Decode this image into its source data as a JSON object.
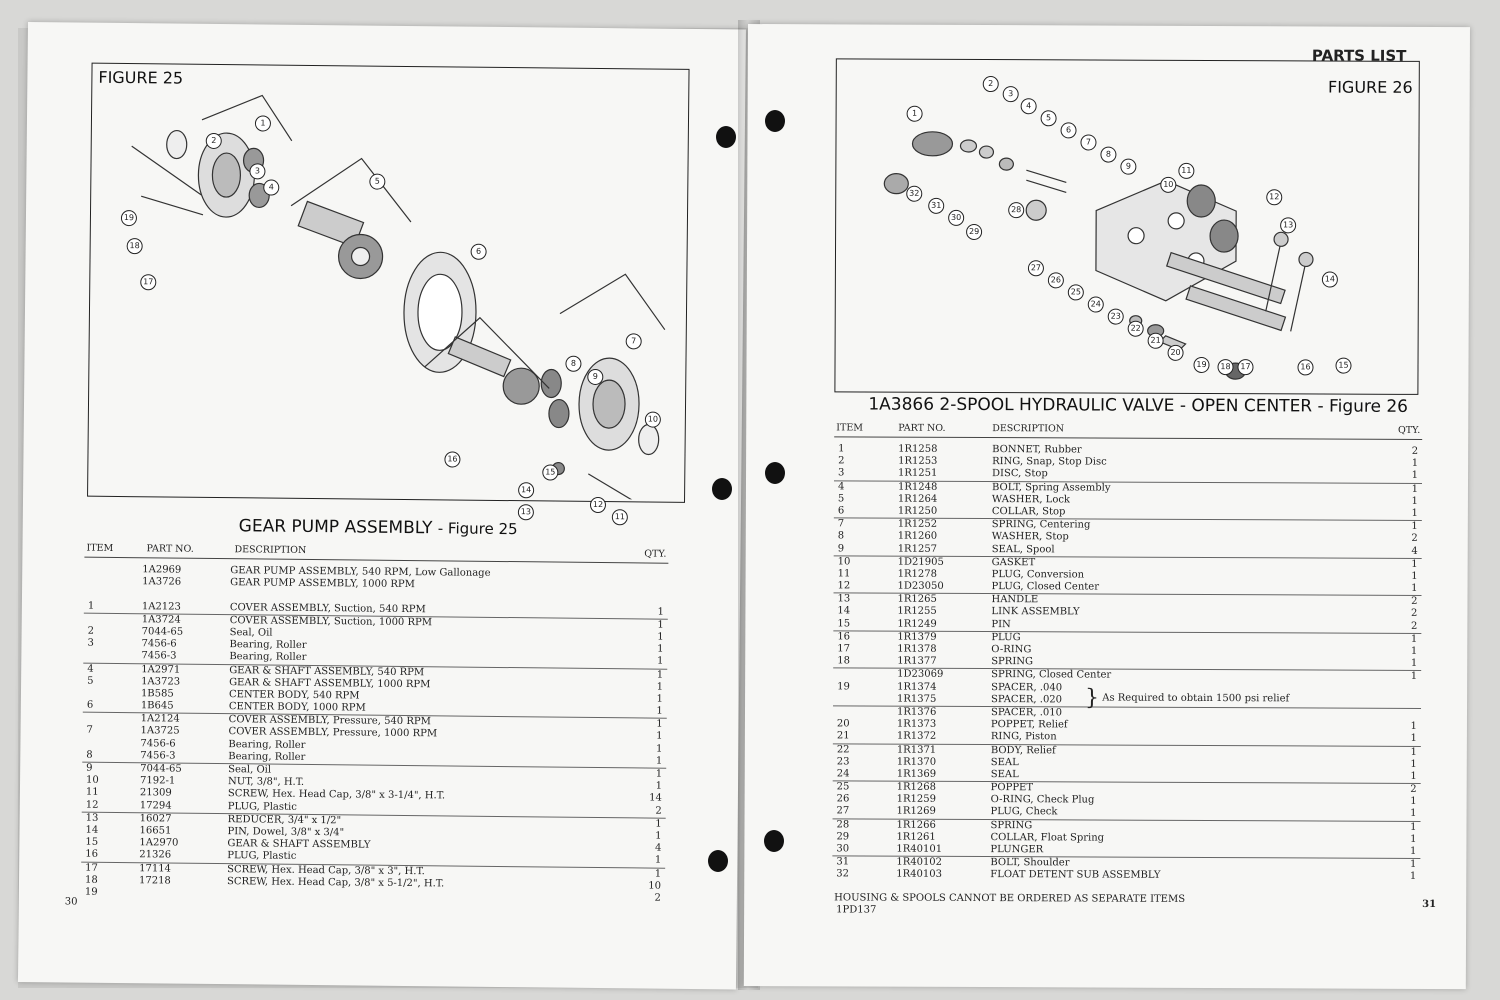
{
  "left": {
    "figure_label": "FIGURE 25",
    "heading_main": "GEAR PUMP ASSEMBLY",
    "heading_sub": "- Figure 25",
    "callouts": [
      "1",
      "2",
      "3",
      "4",
      "5",
      "6",
      "7",
      "8",
      "9",
      "10",
      "11",
      "12",
      "13",
      "14",
      "15",
      "16",
      "17",
      "18",
      "19"
    ],
    "columns": {
      "item": "ITEM",
      "part": "PART NO.",
      "desc": "DESCRIPTION",
      "qty": "QTY."
    },
    "rows": [
      {
        "item": "",
        "part": "1A2969",
        "desc": "GEAR PUMP ASSEMBLY, 540 RPM, Low Gallonage",
        "qty": ""
      },
      {
        "item": "",
        "part": "1A3726",
        "desc": "GEAR PUMP ASSEMBLY, 1000 RPM",
        "qty": ""
      },
      {
        "item": "",
        "part": "",
        "desc": "",
        "qty": ""
      },
      {
        "item": "1",
        "part": "1A2123",
        "desc": "COVER ASSEMBLY, Suction, 540 RPM",
        "qty": "1"
      },
      {
        "item": "",
        "part": "1A3724",
        "desc": "COVER ASSEMBLY, Suction, 1000 RPM",
        "qty": "1"
      },
      {
        "item": "2",
        "part": "7044-65",
        "desc": "Seal, Oil",
        "qty": "1"
      },
      {
        "item": "3",
        "part": "7456-6",
        "desc": "Bearing, Roller",
        "qty": "1"
      },
      {
        "item": "",
        "part": "7456-3",
        "desc": "Bearing, Roller",
        "qty": "1"
      },
      {
        "item": "4",
        "part": "1A2971",
        "desc": "GEAR & SHAFT ASSEMBLY, 540 RPM",
        "qty": "1"
      },
      {
        "item": "5",
        "part": "1A3723",
        "desc": "GEAR & SHAFT ASSEMBLY, 1000 RPM",
        "qty": "1"
      },
      {
        "item": "",
        "part": "1B585",
        "desc": "CENTER BODY, 540 RPM",
        "qty": "1"
      },
      {
        "item": "6",
        "part": "1B645",
        "desc": "CENTER BODY, 1000 RPM",
        "qty": "1"
      },
      {
        "item": "",
        "part": "1A2124",
        "desc": "COVER ASSEMBLY, Pressure, 540 RPM",
        "qty": "1"
      },
      {
        "item": "7",
        "part": "1A3725",
        "desc": "COVER ASSEMBLY, Pressure, 1000 RPM",
        "qty": "1"
      },
      {
        "item": "",
        "part": "7456-6",
        "desc": "Bearing, Roller",
        "qty": "1"
      },
      {
        "item": "8",
        "part": "7456-3",
        "desc": "Bearing, Roller",
        "qty": "1"
      },
      {
        "item": "9",
        "part": "7044-65",
        "desc": "Seal, Oil",
        "qty": "1"
      },
      {
        "item": "10",
        "part": "7192-1",
        "desc": "NUT, 3/8\", H.T.",
        "qty": "1"
      },
      {
        "item": "11",
        "part": "21309",
        "desc": "SCREW, Hex. Head Cap, 3/8\" x 3-1/4\", H.T.",
        "qty": "14"
      },
      {
        "item": "12",
        "part": "17294",
        "desc": "PLUG, Plastic",
        "qty": "2"
      },
      {
        "item": "13",
        "part": "16027",
        "desc": "REDUCER, 3/4\" x 1/2\"",
        "qty": "1"
      },
      {
        "item": "14",
        "part": "16651",
        "desc": "PIN, Dowel, 3/8\" x 3/4\"",
        "qty": "1"
      },
      {
        "item": "15",
        "part": "1A2970",
        "desc": "GEAR & SHAFT ASSEMBLY",
        "qty": "4"
      },
      {
        "item": "16",
        "part": "21326",
        "desc": "PLUG, Plastic",
        "qty": "1"
      },
      {
        "item": "17",
        "part": "17114",
        "desc": "SCREW, Hex. Head Cap, 3/8\" x 3\", H.T.",
        "qty": "1"
      },
      {
        "item": "18",
        "part": "17218",
        "desc": "SCREW, Hex. Head Cap, 3/8\" x 5-1/2\", H.T.",
        "qty": "10"
      },
      {
        "item": "19",
        "part": "",
        "desc": "",
        "qty": "2"
      }
    ],
    "page_number": "30"
  },
  "right": {
    "parts_list": "PARTS LIST",
    "figure_label": "FIGURE 26",
    "heading": "1A3866 2-SPOOL HYDRAULIC VALVE - OPEN CENTER - Figure 26",
    "callouts": [
      "1",
      "2",
      "3",
      "4",
      "5",
      "6",
      "7",
      "8",
      "9",
      "10",
      "11",
      "12",
      "13",
      "14",
      "15",
      "16",
      "17",
      "18",
      "19",
      "20",
      "21",
      "22",
      "23",
      "24",
      "25",
      "26",
      "27",
      "28",
      "29",
      "30",
      "31",
      "32"
    ],
    "columns": {
      "item": "ITEM",
      "part": "PART NO.",
      "desc": "DESCRIPTION",
      "qty": "QTY."
    },
    "rows": [
      {
        "item": "1",
        "part": "1R1258",
        "desc": "BONNET, Rubber",
        "qty": "2"
      },
      {
        "item": "2",
        "part": "1R1253",
        "desc": "RING, Snap, Stop Disc",
        "qty": "1"
      },
      {
        "item": "3",
        "part": "1R1251",
        "desc": "DISC, Stop",
        "qty": "1"
      },
      {
        "item": "4",
        "part": "1R1248",
        "desc": "BOLT, Spring Assembly",
        "qty": "1"
      },
      {
        "item": "5",
        "part": "1R1264",
        "desc": "WASHER, Lock",
        "qty": "1"
      },
      {
        "item": "6",
        "part": "1R1250",
        "desc": "COLLAR, Stop",
        "qty": "1"
      },
      {
        "item": "7",
        "part": "1R1252",
        "desc": "SPRING, Centering",
        "qty": "1"
      },
      {
        "item": "8",
        "part": "1R1260",
        "desc": "WASHER, Stop",
        "qty": "2"
      },
      {
        "item": "9",
        "part": "1R1257",
        "desc": "SEAL, Spool",
        "qty": "4"
      },
      {
        "item": "10",
        "part": "1D21905",
        "desc": "GASKET",
        "qty": "1"
      },
      {
        "item": "11",
        "part": "1R1278",
        "desc": "PLUG, Conversion",
        "qty": "1"
      },
      {
        "item": "12",
        "part": "1D23050",
        "desc": "PLUG, Closed Center",
        "qty": "1"
      },
      {
        "item": "13",
        "part": "1R1265",
        "desc": "HANDLE",
        "qty": "2"
      },
      {
        "item": "14",
        "part": "1R1255",
        "desc": "LINK ASSEMBLY",
        "qty": "2"
      },
      {
        "item": "15",
        "part": "1R1249",
        "desc": "PIN",
        "qty": "2"
      },
      {
        "item": "16",
        "part": "1R1379",
        "desc": "PLUG",
        "qty": "1"
      },
      {
        "item": "17",
        "part": "1R1378",
        "desc": "O-RING",
        "qty": "1"
      },
      {
        "item": "18",
        "part": "1R1377",
        "desc": "SPRING",
        "qty": "1"
      },
      {
        "item": "",
        "part": "1D23069",
        "desc": "SPRING, Closed Center",
        "qty": "1"
      },
      {
        "item": "19",
        "part": "1R1374",
        "desc": "SPACER, .040",
        "qty": ""
      },
      {
        "item": "",
        "part": "1R1375",
        "desc": "SPACER, .020",
        "qty": ""
      },
      {
        "item": "",
        "part": "1R1376",
        "desc": "SPACER, .010",
        "qty": ""
      },
      {
        "item": "20",
        "part": "1R1373",
        "desc": "POPPET, Relief",
        "qty": "1"
      },
      {
        "item": "21",
        "part": "1R1372",
        "desc": "RING, Piston",
        "qty": "1"
      },
      {
        "item": "22",
        "part": "1R1371",
        "desc": "BODY, Relief",
        "qty": "1"
      },
      {
        "item": "23",
        "part": "1R1370",
        "desc": "SEAL",
        "qty": "1"
      },
      {
        "item": "24",
        "part": "1R1369",
        "desc": "SEAL",
        "qty": "1"
      },
      {
        "item": "25",
        "part": "1R1268",
        "desc": "POPPET",
        "qty": "2"
      },
      {
        "item": "26",
        "part": "1R1259",
        "desc": "O-RING, Check Plug",
        "qty": "1"
      },
      {
        "item": "27",
        "part": "1R1269",
        "desc": "PLUG, Check",
        "qty": "1"
      },
      {
        "item": "28",
        "part": "1R1266",
        "desc": "SPRING",
        "qty": "1"
      },
      {
        "item": "29",
        "part": "1R1261",
        "desc": "COLLAR, Float Spring",
        "qty": "1"
      },
      {
        "item": "30",
        "part": "1R40101",
        "desc": "PLUNGER",
        "qty": "1"
      },
      {
        "item": "31",
        "part": "1R40102",
        "desc": "BOLT, Shoulder",
        "qty": "1"
      },
      {
        "item": "32",
        "part": "1R40103",
        "desc": "FLOAT DETENT SUB ASSEMBLY",
        "qty": "1"
      }
    ],
    "spacer_note": "As Required to obtain 1500 psi relief",
    "bottom_note": "HOUSING & SPOOLS CANNOT BE ORDERED AS SEPARATE ITEMS",
    "doc_code": "1PD137",
    "page_number": "31"
  }
}
